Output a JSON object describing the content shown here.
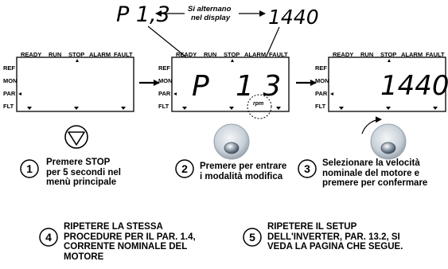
{
  "top_display": {
    "left_value": "P  1,3",
    "right_value": "1440",
    "alternate_text_line1": "Si alternano",
    "alternate_text_line2": "nel display"
  },
  "panel_labels": {
    "top": [
      "READY",
      "RUN",
      "STOP",
      "ALARM",
      "FAULT"
    ],
    "left": [
      "REF",
      "MON",
      "PAR",
      "FLT"
    ]
  },
  "panels": [
    {
      "display": ""
    },
    {
      "display_p": "P",
      "display_code": "1 3",
      "unit": "rpm"
    },
    {
      "display": "1440"
    }
  ],
  "steps": [
    {
      "number": "1",
      "lines": [
        "Premere STOP",
        "per 5 secondi nel",
        "menù principale"
      ]
    },
    {
      "number": "2",
      "lines": [
        "Premere per entrare",
        "i modalità modifica"
      ]
    },
    {
      "number": "3",
      "lines": [
        "Selezionare la velocità",
        "nominale del motore e",
        "premere per confermare"
      ]
    },
    {
      "number": "4",
      "lines": [
        "RIPETERE LA STESSA",
        "PROCEDURE PER IL PAR. 1.4,",
        "CORRENTE NOMINALE DEL",
        "MOTORE"
      ]
    },
    {
      "number": "5",
      "lines": [
        "RIPETERE IL SETUP",
        "DELL'INVERTER, PAR. 13.2, SI",
        "VEDA LA PAGINA CHE SEGUE."
      ]
    }
  ]
}
